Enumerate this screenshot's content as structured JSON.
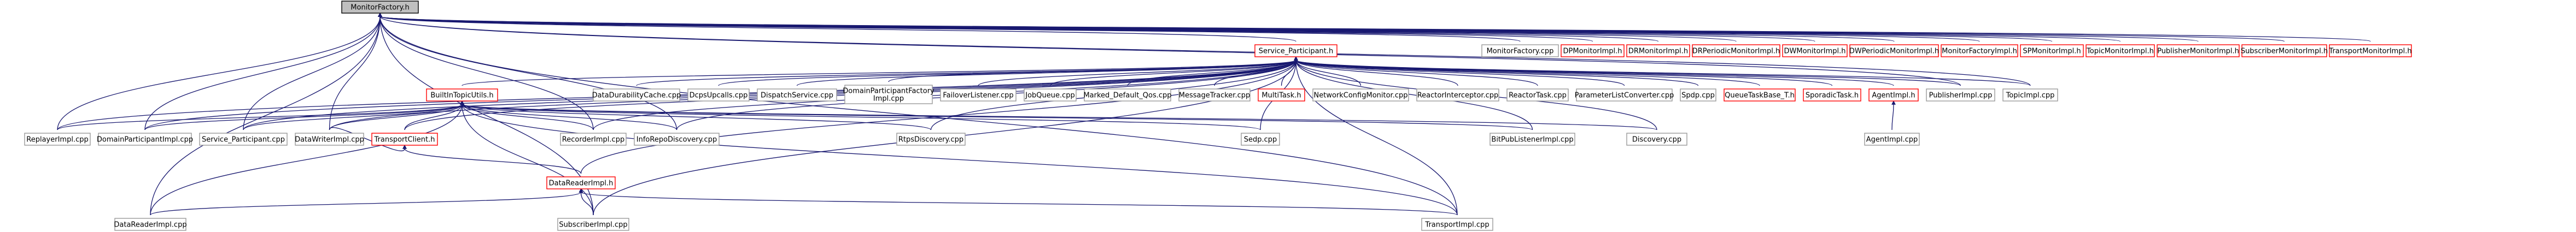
{
  "graph": {
    "nodes": [
      {
        "id": "MonitorFactory_h",
        "lines": [
          "MonitorFactory.h"
        ],
        "style": "root"
      },
      {
        "id": "Service_Participant_h",
        "lines": [
          "Service_Participant.h"
        ],
        "style": "red"
      },
      {
        "id": "MonitorFactory_cpp",
        "lines": [
          "MonitorFactory.cpp"
        ],
        "style": "normal"
      },
      {
        "id": "DPMonitorImpl_h",
        "lines": [
          "DPMonitorImpl.h"
        ],
        "style": "red"
      },
      {
        "id": "DRMonitorImpl_h",
        "lines": [
          "DRMonitorImpl.h"
        ],
        "style": "red"
      },
      {
        "id": "DRPeriodicMonitorImpl_h",
        "lines": [
          "DRPeriodicMonitorImpl.h"
        ],
        "style": "red"
      },
      {
        "id": "DWMonitorImpl_h",
        "lines": [
          "DWMonitorImpl.h"
        ],
        "style": "red"
      },
      {
        "id": "DWPeriodicMonitorImpl_h",
        "lines": [
          "DWPeriodicMonitorImpl.h"
        ],
        "style": "red"
      },
      {
        "id": "MonitorFactoryImpl_h",
        "lines": [
          "MonitorFactoryImpl.h"
        ],
        "style": "red"
      },
      {
        "id": "SPMonitorImpl_h",
        "lines": [
          "SPMonitorImpl.h"
        ],
        "style": "red"
      },
      {
        "id": "TopicMonitorImpl_h",
        "lines": [
          "TopicMonitorImpl.h"
        ],
        "style": "red"
      },
      {
        "id": "PublisherMonitorImpl_h",
        "lines": [
          "PublisherMonitorImpl.h"
        ],
        "style": "red"
      },
      {
        "id": "SubscriberMonitorImpl_h",
        "lines": [
          "SubscriberMonitorImpl.h"
        ],
        "style": "red"
      },
      {
        "id": "TransportMonitorImpl_h",
        "lines": [
          "TransportMonitorImpl.h"
        ],
        "style": "red"
      },
      {
        "id": "BuiltInTopicUtils_h",
        "lines": [
          "BuiltInTopicUtils.h"
        ],
        "style": "red"
      },
      {
        "id": "DataDurabilityCache_cpp",
        "lines": [
          "DataDurabilityCache.cpp"
        ],
        "style": "normal"
      },
      {
        "id": "DcpsUpcalls_cpp",
        "lines": [
          "DcpsUpcalls.cpp"
        ],
        "style": "normal"
      },
      {
        "id": "DispatchService_cpp",
        "lines": [
          "DispatchService.cpp"
        ],
        "style": "normal"
      },
      {
        "id": "DomainParticipantFactoryImpl_cpp",
        "lines": [
          "DomainParticipantFactory",
          "Impl.cpp"
        ],
        "style": "normal"
      },
      {
        "id": "FailoverListener_cpp",
        "lines": [
          "FailoverListener.cpp"
        ],
        "style": "normal"
      },
      {
        "id": "JobQueue_cpp",
        "lines": [
          "JobQueue.cpp"
        ],
        "style": "normal"
      },
      {
        "id": "Marked_Default_Qos_cpp",
        "lines": [
          "Marked_Default_Qos.cpp"
        ],
        "style": "normal"
      },
      {
        "id": "MessageTracker_cpp",
        "lines": [
          "MessageTracker.cpp"
        ],
        "style": "normal"
      },
      {
        "id": "MultiTask_h",
        "lines": [
          "MultiTask.h"
        ],
        "style": "red"
      },
      {
        "id": "NetworkConfigMonitor_cpp",
        "lines": [
          "NetworkConfigMonitor.cpp"
        ],
        "style": "normal"
      },
      {
        "id": "ReactorInterceptor_cpp",
        "lines": [
          "ReactorInterceptor.cpp"
        ],
        "style": "normal"
      },
      {
        "id": "ReactorTask_cpp",
        "lines": [
          "ReactorTask.cpp"
        ],
        "style": "normal"
      },
      {
        "id": "ParameterListConverter_cpp",
        "lines": [
          "ParameterListConverter.cpp"
        ],
        "style": "normal"
      },
      {
        "id": "Spdp_cpp_top",
        "lines": [
          "Spdp.cpp"
        ],
        "style": "normal"
      },
      {
        "id": "QueueTaskBase_T_h",
        "lines": [
          "QueueTaskBase_T.h"
        ],
        "style": "red"
      },
      {
        "id": "SporadicTask_h",
        "lines": [
          "SporadicTask.h"
        ],
        "style": "red"
      },
      {
        "id": "AgentImpl_h",
        "lines": [
          "AgentImpl.h"
        ],
        "style": "red"
      },
      {
        "id": "PublisherImpl_cpp",
        "lines": [
          "PublisherImpl.cpp"
        ],
        "style": "normal"
      },
      {
        "id": "TopicImpl_cpp",
        "lines": [
          "TopicImpl.cpp"
        ],
        "style": "normal"
      },
      {
        "id": "ReplayerImpl_cpp",
        "lines": [
          "ReplayerImpl.cpp"
        ],
        "style": "normal"
      },
      {
        "id": "DomainParticipantImpl_cpp",
        "lines": [
          "DomainParticipantImpl.cpp"
        ],
        "style": "normal"
      },
      {
        "id": "Service_Participant_cpp",
        "lines": [
          "Service_Participant.cpp"
        ],
        "style": "normal"
      },
      {
        "id": "DataWriterImpl_cpp",
        "lines": [
          "DataWriterImpl.cpp"
        ],
        "style": "normal"
      },
      {
        "id": "TransportClient_h",
        "lines": [
          "TransportClient.h"
        ],
        "style": "red"
      },
      {
        "id": "RecorderImpl_cpp",
        "lines": [
          "RecorderImpl.cpp"
        ],
        "style": "normal"
      },
      {
        "id": "InfoRepoDiscovery_cpp",
        "lines": [
          "InfoRepoDiscovery.cpp"
        ],
        "style": "normal"
      },
      {
        "id": "RtpsDiscovery_cpp",
        "lines": [
          "RtpsDiscovery.cpp"
        ],
        "style": "normal"
      },
      {
        "id": "Sedp_cpp",
        "lines": [
          "Sedp.cpp"
        ],
        "style": "normal"
      },
      {
        "id": "BitPubListenerImpl_cpp",
        "lines": [
          "BitPubListenerImpl.cpp"
        ],
        "style": "normal"
      },
      {
        "id": "Discovery_cpp",
        "lines": [
          "Discovery.cpp"
        ],
        "style": "normal"
      },
      {
        "id": "AgentImpl_cpp",
        "lines": [
          "AgentImpl.cpp"
        ],
        "style": "normal"
      },
      {
        "id": "DataReaderImpl_h",
        "lines": [
          "DataReaderImpl.h"
        ],
        "style": "red"
      },
      {
        "id": "DataReaderImpl_cpp",
        "lines": [
          "DataReaderImpl.cpp"
        ],
        "style": "normal"
      },
      {
        "id": "SubscriberImpl_cpp",
        "lines": [
          "SubscriberImpl.cpp"
        ],
        "style": "normal"
      },
      {
        "id": "TransportImpl_cpp",
        "lines": [
          "TransportImpl.cpp"
        ],
        "style": "normal"
      }
    ],
    "edges": [
      [
        "MonitorFactory_h",
        "Service_Participant_h"
      ],
      [
        "MonitorFactory_h",
        "MonitorFactory_cpp"
      ],
      [
        "MonitorFactory_h",
        "DPMonitorImpl_h"
      ],
      [
        "MonitorFactory_h",
        "DRMonitorImpl_h"
      ],
      [
        "MonitorFactory_h",
        "DRPeriodicMonitorImpl_h"
      ],
      [
        "MonitorFactory_h",
        "DWMonitorImpl_h"
      ],
      [
        "MonitorFactory_h",
        "DWPeriodicMonitorImpl_h"
      ],
      [
        "MonitorFactory_h",
        "MonitorFactoryImpl_h"
      ],
      [
        "MonitorFactory_h",
        "SPMonitorImpl_h"
      ],
      [
        "MonitorFactory_h",
        "TopicMonitorImpl_h"
      ],
      [
        "MonitorFactory_h",
        "PublisherMonitorImpl_h"
      ],
      [
        "MonitorFactory_h",
        "SubscriberMonitorImpl_h"
      ],
      [
        "MonitorFactory_h",
        "TransportMonitorImpl_h"
      ],
      [
        "MonitorFactory_h",
        "DataReaderImpl_cpp"
      ],
      [
        "MonitorFactory_h",
        "ReplayerImpl_cpp"
      ],
      [
        "MonitorFactory_h",
        "DomainParticipantImpl_cpp"
      ],
      [
        "MonitorFactory_h",
        "Service_Participant_cpp"
      ],
      [
        "MonitorFactory_h",
        "DataWriterImpl_cpp"
      ],
      [
        "MonitorFactory_h",
        "RecorderImpl_cpp"
      ],
      [
        "MonitorFactory_h",
        "InfoRepoDiscovery_cpp"
      ],
      [
        "MonitorFactory_h",
        "PublisherImpl_cpp"
      ],
      [
        "MonitorFactory_h",
        "TopicImpl_cpp"
      ],
      [
        "MonitorFactory_h",
        "SubscriberImpl_cpp"
      ],
      [
        "MonitorFactory_h",
        "TransportImpl_cpp"
      ],
      [
        "Service_Participant_h",
        "BuiltInTopicUtils_h"
      ],
      [
        "Service_Participant_h",
        "DataDurabilityCache_cpp"
      ],
      [
        "Service_Participant_h",
        "DcpsUpcalls_cpp"
      ],
      [
        "Service_Participant_h",
        "DispatchService_cpp"
      ],
      [
        "Service_Participant_h",
        "DomainParticipantFactoryImpl_cpp"
      ],
      [
        "Service_Participant_h",
        "FailoverListener_cpp"
      ],
      [
        "Service_Participant_h",
        "JobQueue_cpp"
      ],
      [
        "Service_Participant_h",
        "Marked_Default_Qos_cpp"
      ],
      [
        "Service_Participant_h",
        "MessageTracker_cpp"
      ],
      [
        "Service_Participant_h",
        "MultiTask_h"
      ],
      [
        "Service_Participant_h",
        "NetworkConfigMonitor_cpp"
      ],
      [
        "Service_Participant_h",
        "ReactorInterceptor_cpp"
      ],
      [
        "Service_Participant_h",
        "ReactorTask_cpp"
      ],
      [
        "Service_Participant_h",
        "ParameterListConverter_cpp"
      ],
      [
        "Service_Participant_h",
        "Spdp_cpp_top"
      ],
      [
        "Service_Participant_h",
        "QueueTaskBase_T_h"
      ],
      [
        "Service_Participant_h",
        "SporadicTask_h"
      ],
      [
        "Service_Participant_h",
        "AgentImpl_h"
      ],
      [
        "Service_Participant_h",
        "PublisherImpl_cpp"
      ],
      [
        "Service_Participant_h",
        "TopicImpl_cpp"
      ],
      [
        "Service_Participant_h",
        "ReplayerImpl_cpp"
      ],
      [
        "Service_Participant_h",
        "DomainParticipantImpl_cpp"
      ],
      [
        "Service_Participant_h",
        "Service_Participant_cpp"
      ],
      [
        "Service_Participant_h",
        "DataWriterImpl_cpp"
      ],
      [
        "Service_Participant_h",
        "TransportClient_h"
      ],
      [
        "Service_Participant_h",
        "RecorderImpl_cpp"
      ],
      [
        "Service_Participant_h",
        "InfoRepoDiscovery_cpp"
      ],
      [
        "Service_Participant_h",
        "RtpsDiscovery_cpp"
      ],
      [
        "Service_Participant_h",
        "Sedp_cpp"
      ],
      [
        "Service_Participant_h",
        "BitPubListenerImpl_cpp"
      ],
      [
        "Service_Participant_h",
        "Discovery_cpp"
      ],
      [
        "Service_Participant_h",
        "DataReaderImpl_h"
      ],
      [
        "Service_Participant_h",
        "SubscriberImpl_cpp"
      ],
      [
        "Service_Participant_h",
        "TransportImpl_cpp"
      ],
      [
        "BuiltInTopicUtils_h",
        "ReplayerImpl_cpp"
      ],
      [
        "BuiltInTopicUtils_h",
        "DomainParticipantImpl_cpp"
      ],
      [
        "BuiltInTopicUtils_h",
        "Service_Participant_cpp"
      ],
      [
        "BuiltInTopicUtils_h",
        "DataWriterImpl_cpp"
      ],
      [
        "BuiltInTopicUtils_h",
        "TransportClient_h"
      ],
      [
        "BuiltInTopicUtils_h",
        "RecorderImpl_cpp"
      ],
      [
        "BuiltInTopicUtils_h",
        "InfoRepoDiscovery_cpp"
      ],
      [
        "BuiltInTopicUtils_h",
        "RtpsDiscovery_cpp"
      ],
      [
        "BuiltInTopicUtils_h",
        "Sedp_cpp"
      ],
      [
        "BuiltInTopicUtils_h",
        "BitPubListenerImpl_cpp"
      ],
      [
        "BuiltInTopicUtils_h",
        "Discovery_cpp"
      ],
      [
        "BuiltInTopicUtils_h",
        "DataReaderImpl_cpp"
      ],
      [
        "BuiltInTopicUtils_h",
        "SubscriberImpl_cpp"
      ],
      [
        "BuiltInTopicUtils_h",
        "TransportImpl_cpp"
      ],
      [
        "AgentImpl_h",
        "AgentImpl_cpp"
      ],
      [
        "TransportClient_h",
        "DataWriterImpl_cpp"
      ],
      [
        "TransportClient_h",
        "DataReaderImpl_h"
      ],
      [
        "DataReaderImpl_h",
        "DataReaderImpl_cpp"
      ],
      [
        "DataReaderImpl_h",
        "SubscriberImpl_cpp"
      ],
      [
        "DataReaderImpl_h",
        "TransportImpl_cpp"
      ]
    ]
  }
}
